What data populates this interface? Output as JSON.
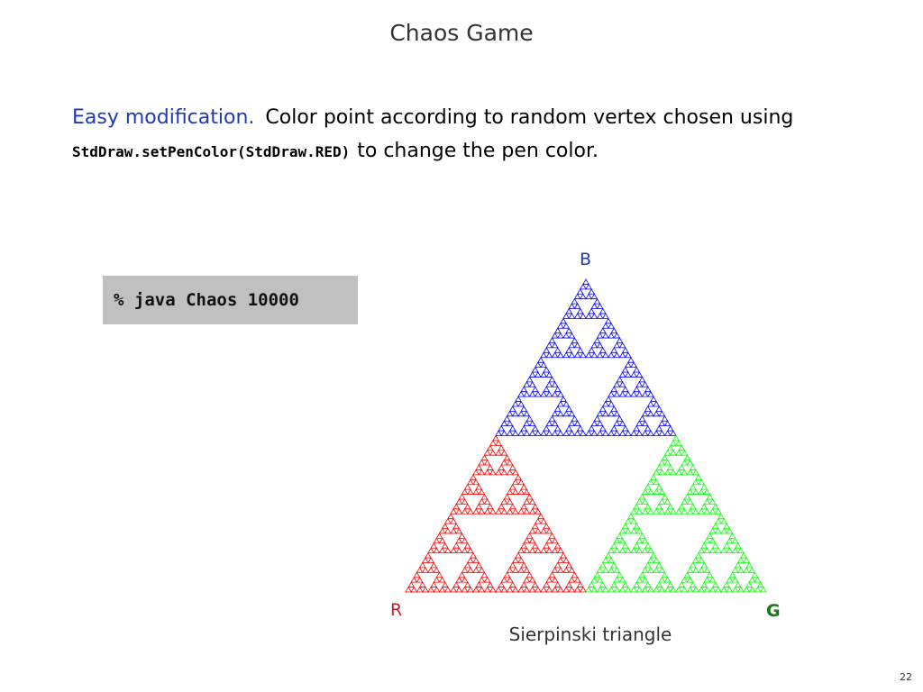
{
  "slide": {
    "title": "Chaos Game",
    "page_number": "22"
  },
  "body": {
    "lead": "Easy modification.",
    "line1": "Color point according to random vertex chosen using",
    "code": "StdDraw.setPenColor(StdDraw.RED)",
    "line2": "to change the pen color."
  },
  "terminal": {
    "command": "% java Chaos 10000"
  },
  "figure": {
    "vertex_top": "B",
    "vertex_left": "R",
    "vertex_right": "G",
    "caption": "Sierpinski triangle",
    "colors": {
      "top": "#0000ff",
      "left": "#ff0000",
      "right": "#00ff00"
    }
  }
}
